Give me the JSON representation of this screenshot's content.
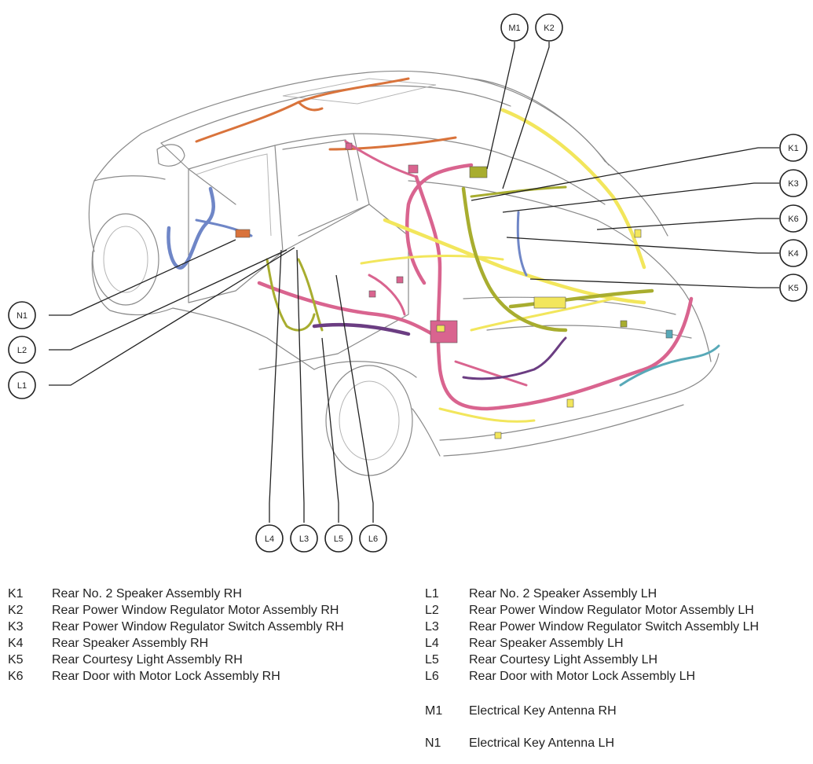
{
  "diagram": {
    "wire_colors": {
      "pink": "#d9648f",
      "yellow": "#f2e65c",
      "olive": "#a8ad2f",
      "blue": "#6f86c7",
      "orange": "#d9733b",
      "purple": "#6b3d82",
      "teal": "#58a9b8"
    },
    "callouts": {
      "M1": "M1",
      "K2": "K2",
      "K1": "K1",
      "K3": "K3",
      "K6": "K6",
      "K4": "K4",
      "K5": "K5",
      "N1": "N1",
      "L2": "L2",
      "L1": "L1",
      "L4": "L4",
      "L3": "L3",
      "L5": "L5",
      "L6": "L6"
    }
  },
  "legend": {
    "k_items": [
      {
        "code": "K1",
        "label": "Rear No. 2 Speaker Assembly RH"
      },
      {
        "code": "K2",
        "label": "Rear Power Window Regulator Motor Assembly RH"
      },
      {
        "code": "K3",
        "label": "Rear Power Window Regulator Switch Assembly RH"
      },
      {
        "code": "K4",
        "label": "Rear Speaker Assembly RH"
      },
      {
        "code": "K5",
        "label": "Rear Courtesy Light Assembly RH"
      },
      {
        "code": "K6",
        "label": "Rear Door with Motor Lock Assembly RH"
      }
    ],
    "l_items": [
      {
        "code": "L1",
        "label": "Rear No. 2 Speaker Assembly LH"
      },
      {
        "code": "L2",
        "label": "Rear Power Window Regulator Motor Assembly LH"
      },
      {
        "code": "L3",
        "label": "Rear Power Window Regulator Switch Assembly LH"
      },
      {
        "code": "L4",
        "label": "Rear Speaker Assembly LH"
      },
      {
        "code": "L5",
        "label": "Rear Courtesy Light Assembly LH"
      },
      {
        "code": "L6",
        "label": "Rear Door with Motor Lock Assembly LH"
      }
    ],
    "m_item": {
      "code": "M1",
      "label": "Electrical Key Antenna RH"
    },
    "n_item": {
      "code": "N1",
      "label": "Electrical Key Antenna LH"
    }
  }
}
